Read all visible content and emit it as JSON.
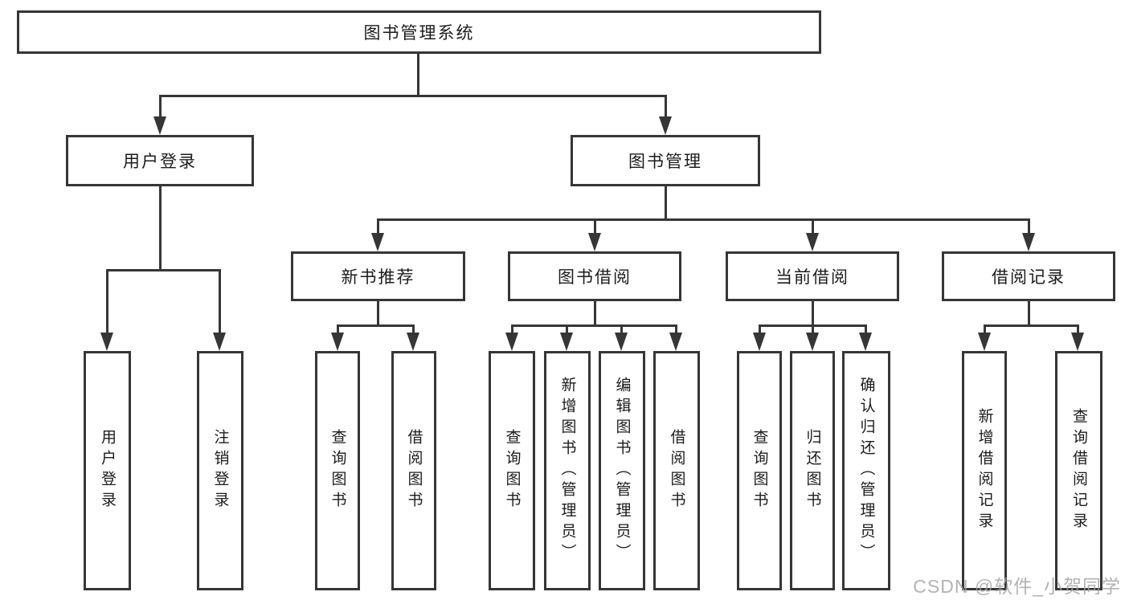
{
  "diagram": {
    "title_node": {
      "label": "图书管理系统"
    },
    "level2": [
      {
        "label": "用户登录"
      },
      {
        "label": "图书管理"
      }
    ],
    "level3": [
      {
        "label": "新书推荐"
      },
      {
        "label": "图书借阅"
      },
      {
        "label": "当前借阅"
      },
      {
        "label": "借阅记录"
      }
    ],
    "leaves": {
      "user_login": [
        {
          "label": "用户登录"
        },
        {
          "label": "注销登录"
        }
      ],
      "new_book": [
        {
          "label": "查询图书"
        },
        {
          "label": "借阅图书"
        }
      ],
      "book_borrow": [
        {
          "label": "查询图书"
        },
        {
          "label": "新增图书（管理员）"
        },
        {
          "label": "编辑图书（管理员）"
        },
        {
          "label": "借阅图书"
        }
      ],
      "current_borrow": [
        {
          "label": "查询图书"
        },
        {
          "label": "归还图书"
        },
        {
          "label": "确认归还（管理员）"
        }
      ],
      "borrow_record": [
        {
          "label": "新增借阅记录"
        },
        {
          "label": "查询借阅记录"
        }
      ]
    },
    "watermark": "CSDN @软件_小贺同学",
    "colors": {
      "line": "#363636",
      "border": "#363636",
      "text": "#1c1c1c",
      "watermark": "#a3a3a3",
      "background": "#ffffff"
    }
  }
}
